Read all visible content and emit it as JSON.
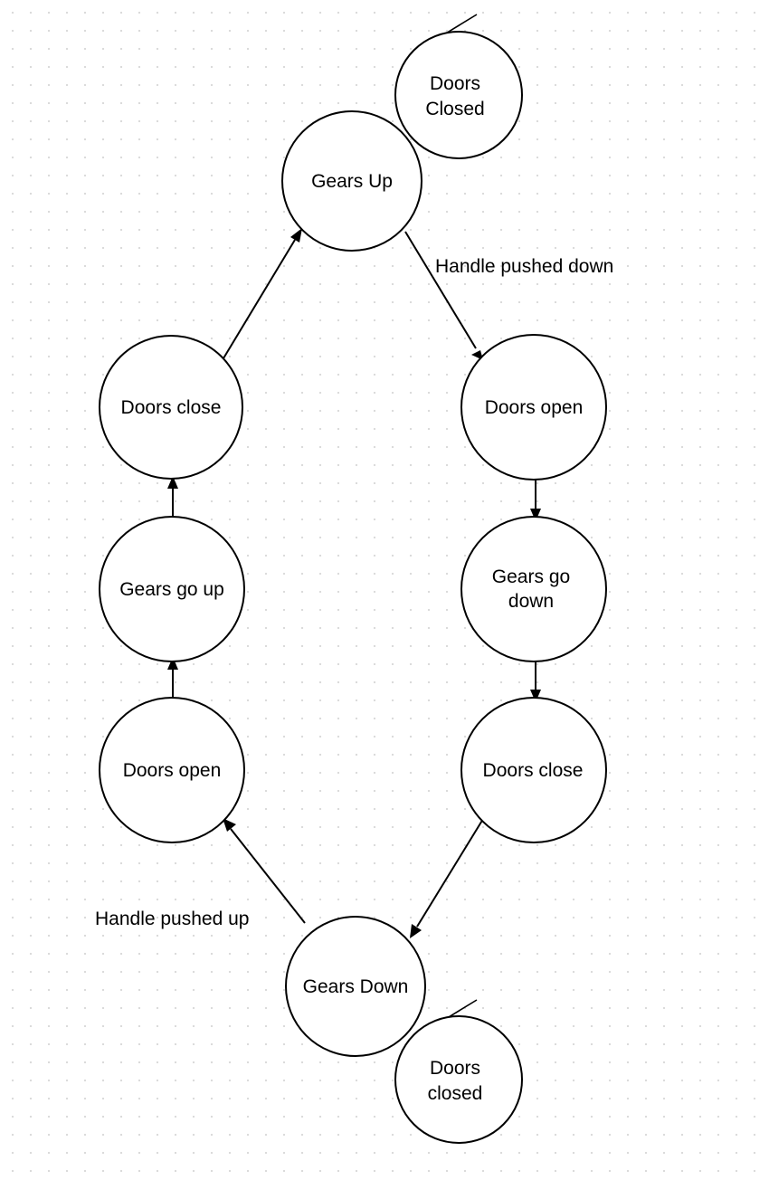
{
  "diagram": {
    "states": [
      {
        "id": "doors-closed-top",
        "lines": [
          "Doors",
          "Closed"
        ]
      },
      {
        "id": "gears-up",
        "lines": [
          "Gears Up"
        ]
      },
      {
        "id": "doors-open-right",
        "lines": [
          "Doors open"
        ]
      },
      {
        "id": "gears-go-down",
        "lines": [
          "Gears go",
          "down"
        ]
      },
      {
        "id": "doors-close-right",
        "lines": [
          "Doors close"
        ]
      },
      {
        "id": "gears-down",
        "lines": [
          "Gears Down"
        ]
      },
      {
        "id": "doors-closed-bottom",
        "lines": [
          "Doors",
          "closed"
        ]
      },
      {
        "id": "doors-open-left",
        "lines": [
          "Doors open"
        ]
      },
      {
        "id": "gears-go-up",
        "lines": [
          "Gears go up"
        ]
      },
      {
        "id": "doors-close-left",
        "lines": [
          "Doors close"
        ]
      }
    ],
    "transitions": [
      {
        "from": "gears-up",
        "to": "doors-open-right",
        "label": "Handle pushed down"
      },
      {
        "from": "doors-open-right",
        "to": "gears-go-down",
        "label": ""
      },
      {
        "from": "gears-go-down",
        "to": "doors-close-right",
        "label": ""
      },
      {
        "from": "doors-close-right",
        "to": "gears-down",
        "label": ""
      },
      {
        "from": "gears-down",
        "to": "doors-open-left",
        "label": "Handle pushed up"
      },
      {
        "from": "doors-open-left",
        "to": "gears-go-up",
        "label": ""
      },
      {
        "from": "gears-go-up",
        "to": "doors-close-left",
        "label": ""
      },
      {
        "from": "doors-close-left",
        "to": "gears-up",
        "label": ""
      }
    ]
  }
}
